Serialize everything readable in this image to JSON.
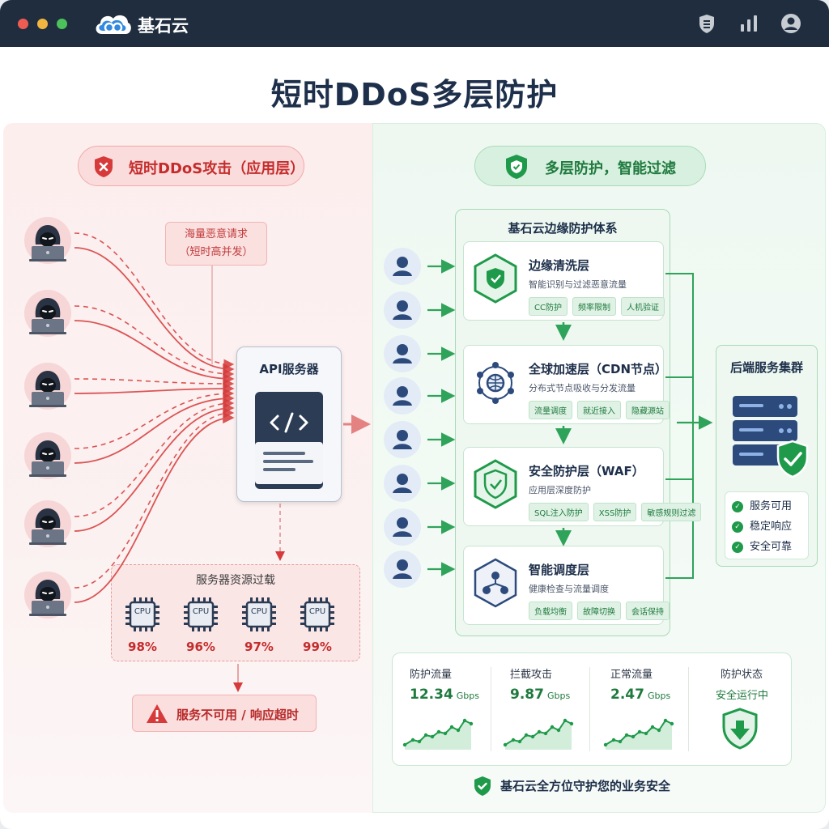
{
  "app": {
    "name": "基石云"
  },
  "title": "短时DDoS多层防护",
  "attack": {
    "banner": "短时DDoS攻击（应用层）",
    "note_line1": "海量恶意请求",
    "note_line2": "（短时高并发）",
    "server_label": "API服务器",
    "overload_title": "服务器资源过载",
    "cpu_label": "CPU",
    "cpu_values": [
      "98%",
      "96%",
      "97%",
      "99%"
    ],
    "failure": "服务不可用 / 响应超时"
  },
  "defense": {
    "banner": "多层防护，智能过滤",
    "system_title": "基石云边缘防护体系",
    "layers": [
      {
        "title": "边缘清洗层",
        "desc": "智能识别与过滤恶意流量",
        "tags": [
          "CC防护",
          "频率限制",
          "人机验证"
        ]
      },
      {
        "title": "全球加速层（CDN节点）",
        "desc": "分布式节点吸收与分发流量",
        "tags": [
          "流量调度",
          "就近接入",
          "隐藏源站"
        ]
      },
      {
        "title": "安全防护层（WAF）",
        "desc": "应用层深度防护",
        "tags": [
          "SQL注入防护",
          "XSS防护",
          "敏感规则过滤"
        ]
      },
      {
        "title": "智能调度层",
        "desc": "健康检查与流量调度",
        "tags": [
          "负载均衡",
          "故障切换",
          "会话保持"
        ]
      }
    ],
    "backend": {
      "title": "后端服务集群",
      "statuses": [
        "服务可用",
        "稳定响应",
        "安全可靠"
      ]
    },
    "stats": [
      {
        "label": "防护流量",
        "value": "12.34",
        "unit": "Gbps"
      },
      {
        "label": "拦截攻击",
        "value": "9.87",
        "unit": "Gbps"
      },
      {
        "label": "正常流量",
        "value": "2.47",
        "unit": "Gbps"
      }
    ],
    "status_card": {
      "label": "防护状态",
      "value": "安全运行中"
    },
    "footer": "基石云全方位守护您的业务安全"
  },
  "colors": {
    "attack": "#d63a3a",
    "defense": "#1f9a4a",
    "navy": "#1d2f4a"
  },
  "icons": [
    "cloud-logo-icon",
    "shield-badge-icon",
    "bar-chart-icon",
    "user-profile-icon",
    "hacker-icon",
    "user-icon",
    "server-rack-icon",
    "cpu-icon",
    "warning-icon"
  ]
}
